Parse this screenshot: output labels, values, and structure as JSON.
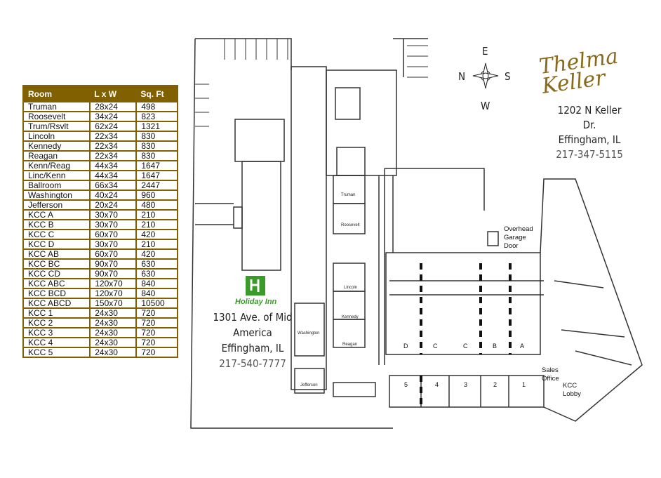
{
  "table": {
    "headers": [
      "Room",
      "L x W",
      "Sq. Ft"
    ],
    "rows": [
      [
        "Truman",
        "28x24",
        "498"
      ],
      [
        "Roosevelt",
        "34x24",
        "823"
      ],
      [
        "Trum/Rsvlt",
        "62x24",
        "1321"
      ],
      [
        "Lincoln",
        "22x34",
        "830"
      ],
      [
        "Kennedy",
        "22x34",
        "830"
      ],
      [
        "Reagan",
        "22x34",
        "830"
      ],
      [
        "Kenn/Reag",
        "44x34",
        "1647"
      ],
      [
        "Linc/Kenn",
        "44x34",
        "1647"
      ],
      [
        "Ballroom",
        "66x34",
        "2447"
      ],
      [
        "Washington",
        "40x24",
        "960"
      ],
      [
        "Jefferson",
        "20x24",
        "480"
      ],
      [
        "KCC A",
        "30x70",
        "210"
      ],
      [
        "KCC B",
        "30x70",
        "210"
      ],
      [
        "KCC C",
        "60x70",
        "420"
      ],
      [
        "KCC D",
        "30x70",
        "210"
      ],
      [
        "KCC AB",
        "60x70",
        "420"
      ],
      [
        "KCC BC",
        "90x70",
        "630"
      ],
      [
        "KCC CD",
        "90x70",
        "630"
      ],
      [
        "KCC ABC",
        "120x70",
        "840"
      ],
      [
        "KCC BCD",
        "120x70",
        "840"
      ],
      [
        "KCC ABCD",
        "150x70",
        "10500"
      ],
      [
        "KCC 1",
        "24x30",
        "720"
      ],
      [
        "KCC 2",
        "24x30",
        "720"
      ],
      [
        "KCC 3",
        "24x30",
        "720"
      ],
      [
        "KCC 4",
        "24x30",
        "720"
      ],
      [
        "KCC 5",
        "24x30",
        "720"
      ]
    ]
  },
  "compass": {
    "n": "N",
    "e": "E",
    "s": "S",
    "w": "W"
  },
  "thelma": {
    "logo": "Thelma Keller",
    "addr1": "1202 N Keller",
    "addr2": "Dr.",
    "city": "Effingham, IL",
    "phone": "217-347-5115"
  },
  "holiday": {
    "logo": "Holiday Inn",
    "addr1": "1301 Ave. of Mid",
    "addr2": "America",
    "city": "Effingham, IL",
    "phone": "217-540-7777"
  },
  "plan": {
    "rooms": {
      "truman": "Truman",
      "roosevelt": "Roosevelt",
      "lincoln": "Lincoln",
      "kennedy": "Kennedy",
      "reagan": "Reagan",
      "washington": "Washington",
      "jefferson": "Jefferson"
    },
    "kcc": [
      "D",
      "C",
      "C",
      "B",
      "A"
    ],
    "kcc_small": [
      "5",
      "4",
      "3",
      "2",
      "1"
    ],
    "overhead": [
      "Overhead",
      "Garage",
      "Door"
    ],
    "sales": [
      "Sales",
      "Office"
    ],
    "lobby": [
      "KCC",
      "Lobby"
    ]
  },
  "colors": {
    "table_header": "#806000",
    "logo_gold": "#8a6a1a",
    "holiday_green": "#3a9a2a"
  }
}
